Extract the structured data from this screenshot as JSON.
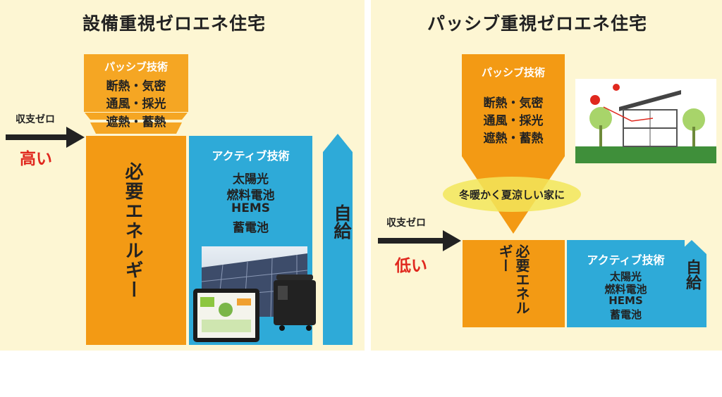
{
  "left": {
    "title": "設備重視ゼロエネ住宅",
    "balance_label": "収支ゼロ",
    "level": "高い",
    "passive_title": "パッシブ技術",
    "passive_items": [
      "断熱・気密",
      "通風・採光",
      "遮熱・蓄熱"
    ],
    "energy_label": "必要エネルギー",
    "active_title": "アクティブ技術",
    "active_items": [
      "太陽光",
      "燃料電池",
      "HEMS",
      "蓄電池"
    ],
    "self_supply": "自給"
  },
  "right": {
    "title": "パッシブ重視ゼロエネ住宅",
    "balance_label": "収支ゼロ",
    "level": "低い",
    "passive_title": "パッシブ技術",
    "passive_items": [
      "断熱・気密",
      "通風・採光",
      "遮熱・蓄熱"
    ],
    "oval_text": "冬暖かく夏涼しい家に",
    "energy_label": "必要エネルギー",
    "active_title": "アクティブ技術",
    "active_items": [
      "太陽光",
      "燃料電池",
      "HEMS",
      "蓄電池"
    ],
    "self_supply": "自給"
  },
  "colors": {
    "orange": "#f39a14",
    "blue": "#2eaad8",
    "background": "#fdf6d3",
    "red": "#e0281e",
    "oval": "#f2e65a"
  }
}
